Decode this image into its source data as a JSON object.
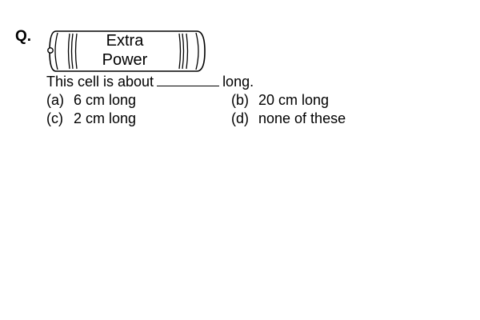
{
  "question": {
    "label": "Q.",
    "battery_text_line1": "Extra",
    "battery_text_line2": "Power",
    "stem_before": "This cell is about",
    "stem_after": "long.",
    "options": [
      {
        "key": "(a)",
        "text": "6 cm long"
      },
      {
        "key": "(b)",
        "text": "20 cm long"
      },
      {
        "key": "(c)",
        "text": "2 cm long"
      },
      {
        "key": "(d)",
        "text": "none of these"
      }
    ]
  }
}
